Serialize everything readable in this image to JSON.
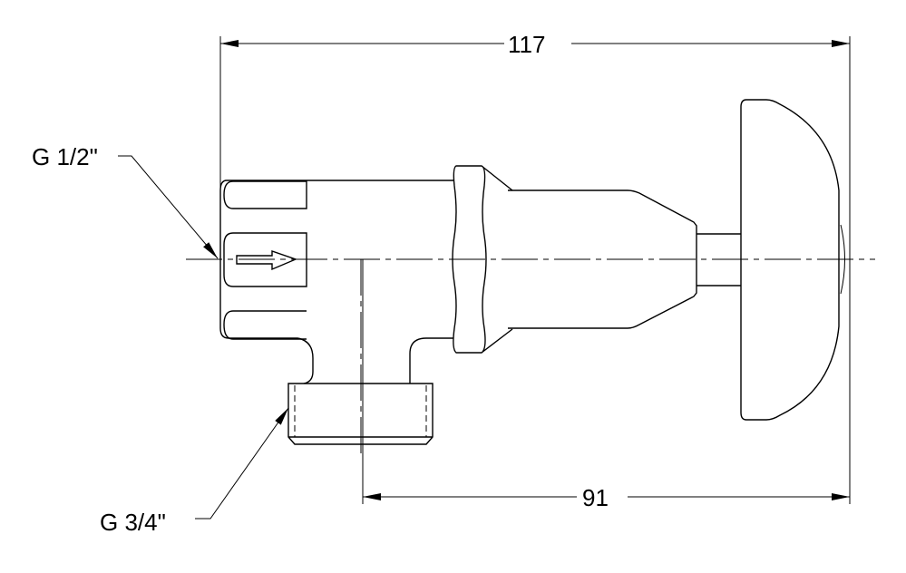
{
  "dimensions": {
    "overall_length": "117",
    "outlet_to_end": "91"
  },
  "callouts": {
    "inlet_thread": "G 1/2\"",
    "outlet_thread": "G 3/4\""
  }
}
